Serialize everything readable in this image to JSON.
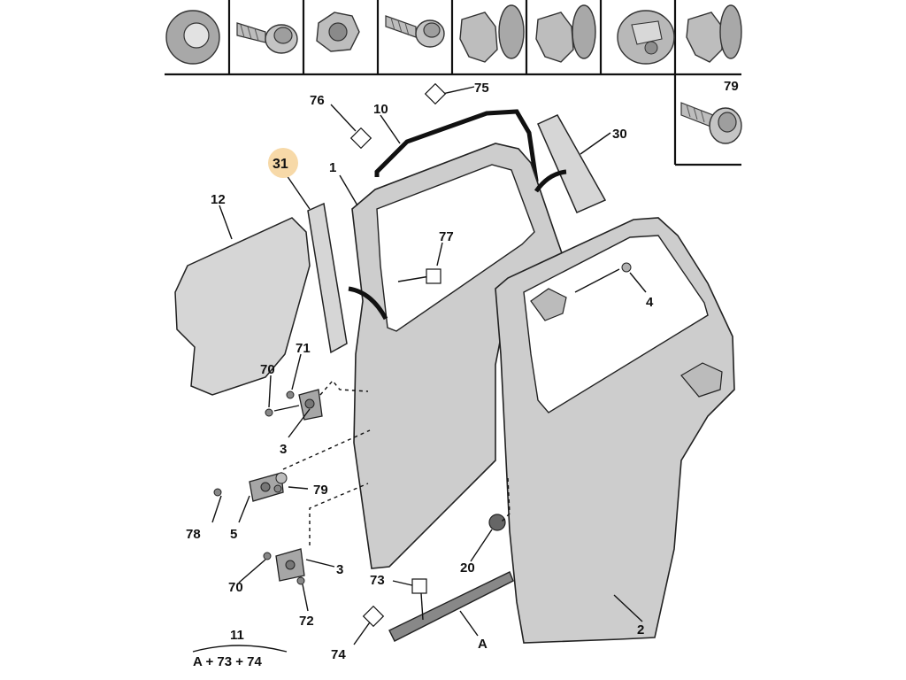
{
  "callouts": {
    "c1": "1",
    "c2": "2",
    "c3a": "3",
    "c3b": "3",
    "c4": "4",
    "c5": "5",
    "c10": "10",
    "c11": "11",
    "c12": "12",
    "c20": "20",
    "c30": "30",
    "c31": "31",
    "c70a": "70",
    "c70b": "70",
    "c71": "71",
    "c72": "72",
    "c73": "73",
    "c74": "74",
    "c75": "75",
    "c76": "76",
    "c77": "77",
    "c78": "78",
    "c79a": "79",
    "c79b": "79",
    "cA": "A"
  },
  "formula": "A + 73 + 74",
  "colors": {
    "highlight": "#f7d9a8",
    "part_fill": "#cdcdcd",
    "line": "#111111"
  }
}
